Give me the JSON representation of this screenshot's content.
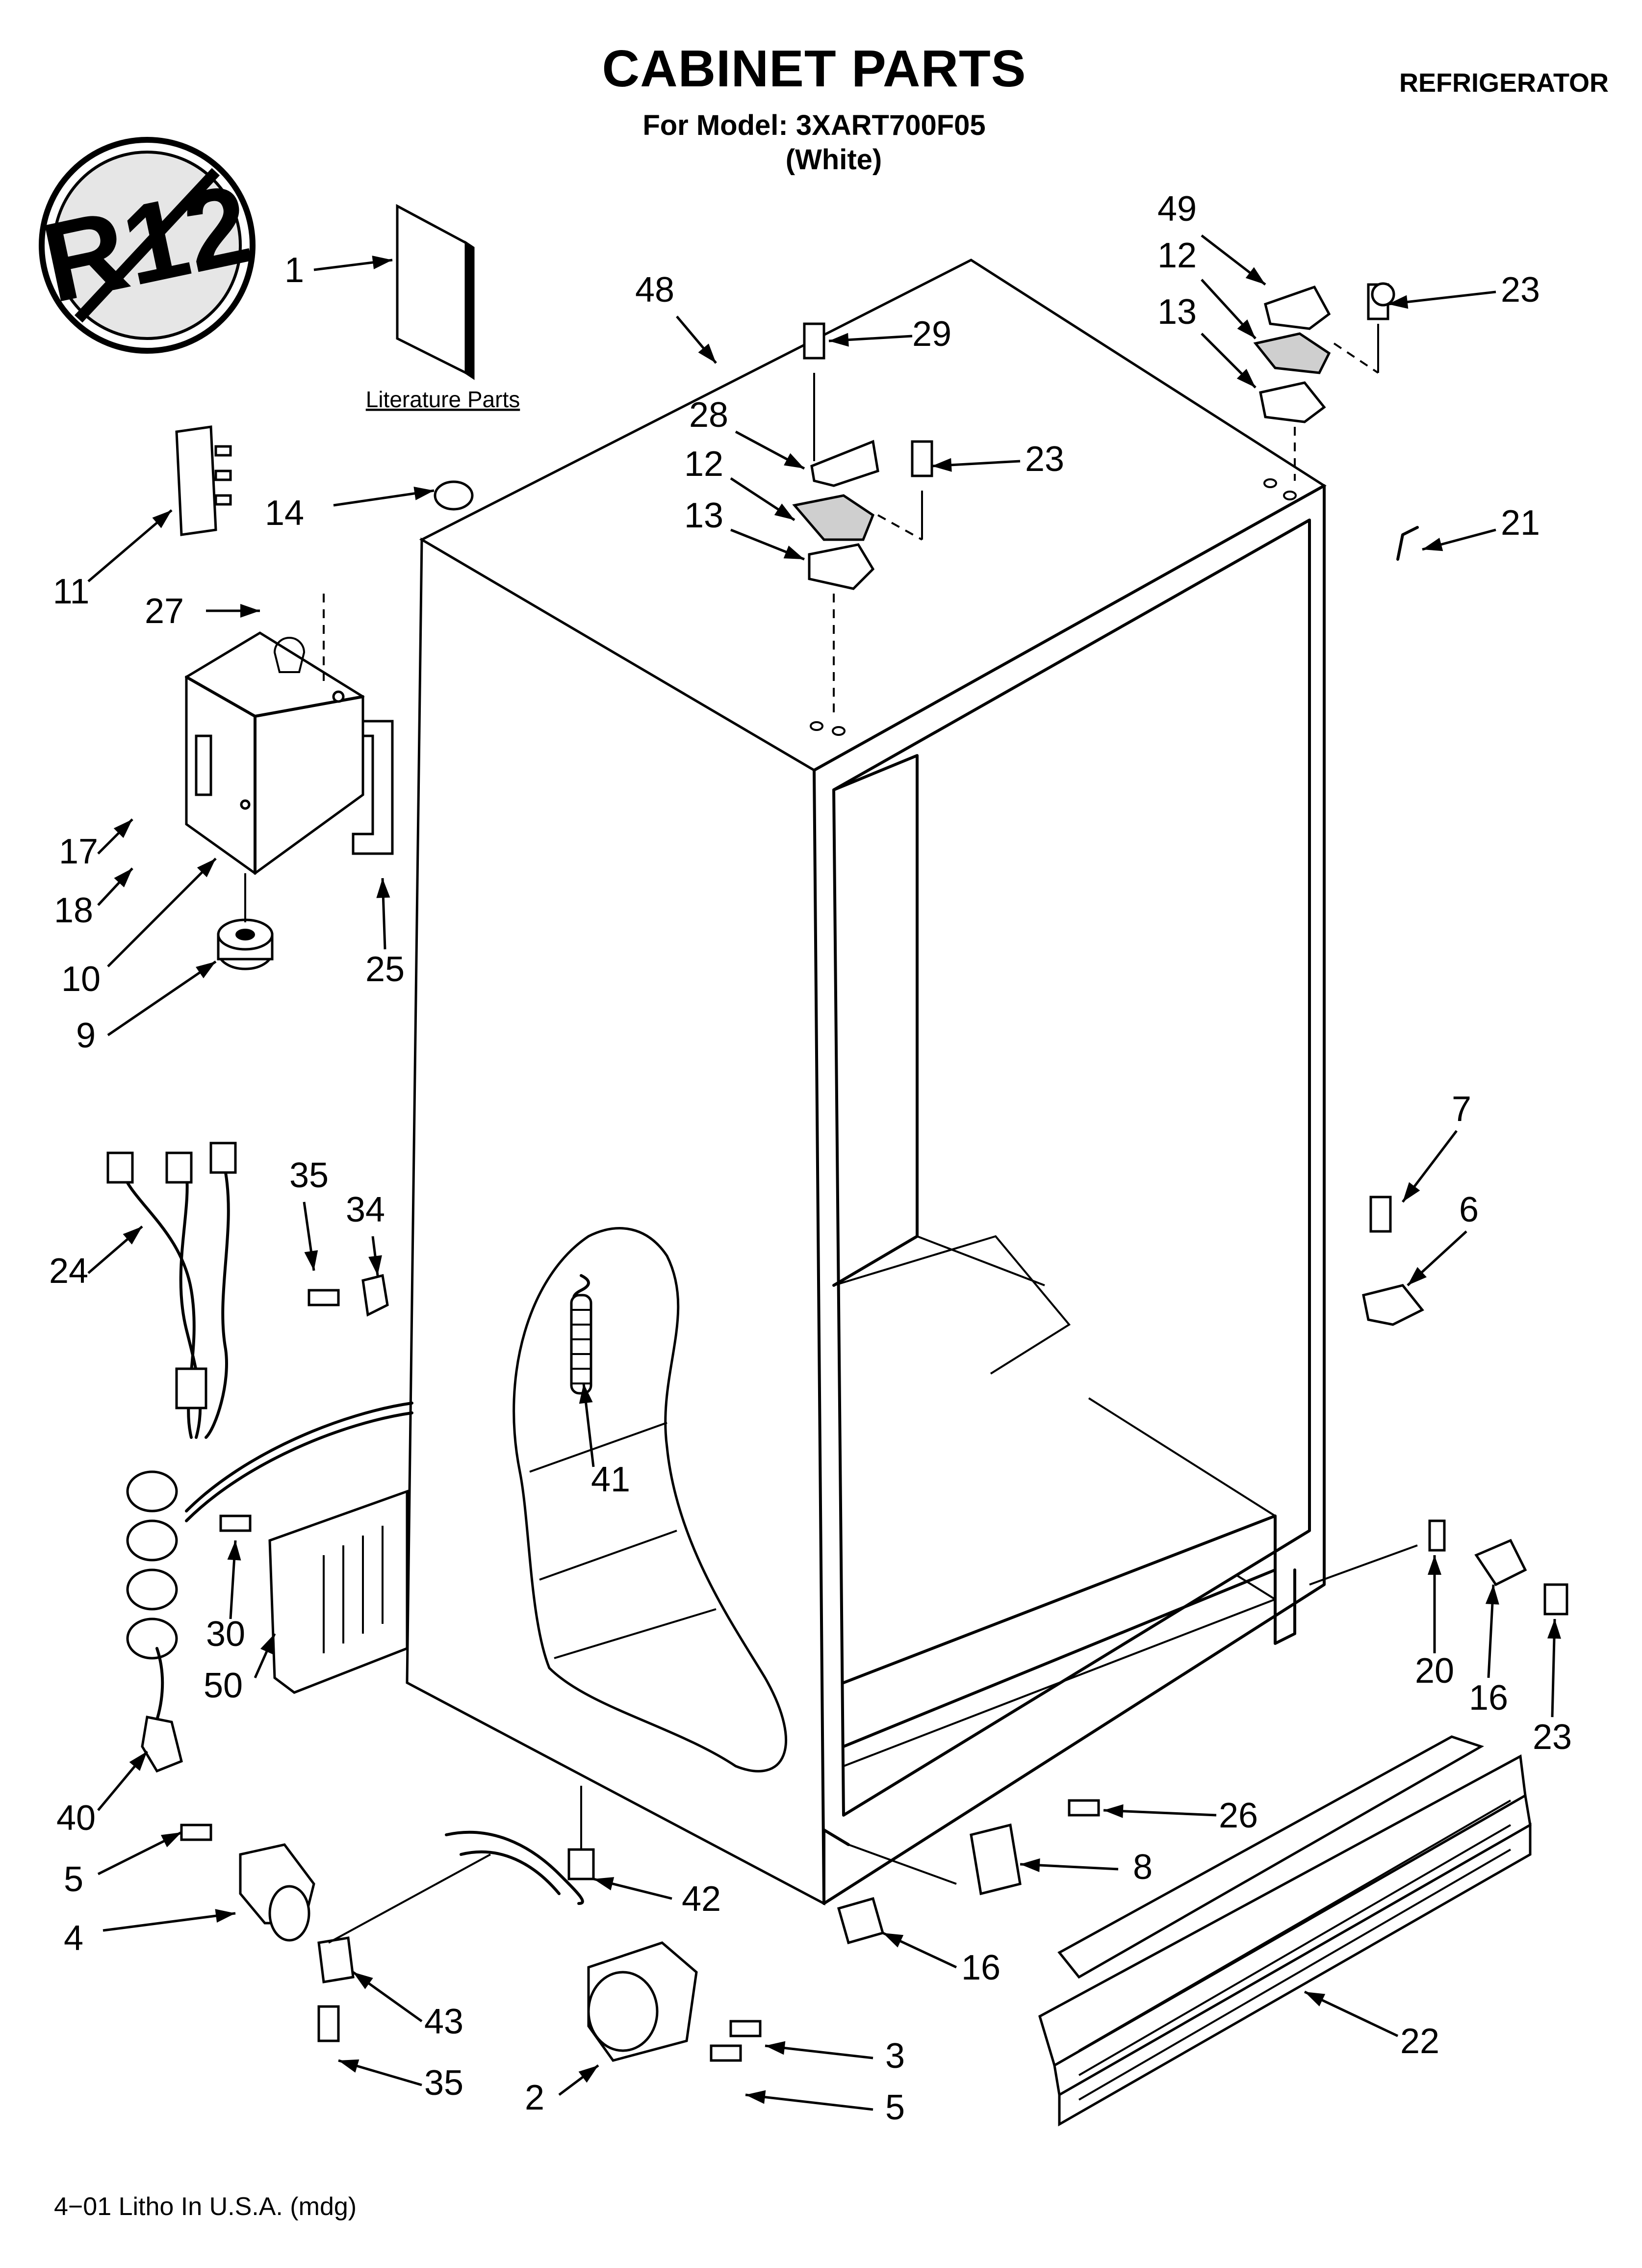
{
  "header": {
    "title": "CABINET PARTS",
    "model": "For Model: 3XART700F05",
    "color": "(White)",
    "category": "REFRIGERATOR"
  },
  "badge": {
    "text": "R12",
    "icon": "no-r12-badge"
  },
  "literature_label": "Literature Parts",
  "footer": "4−01 Litho In U.S.A. (mdg)",
  "callouts": [
    {
      "id": "c1",
      "label": "1"
    },
    {
      "id": "c48",
      "label": "48"
    },
    {
      "id": "c49",
      "label": "49"
    },
    {
      "id": "c12a",
      "label": "12"
    },
    {
      "id": "c13a",
      "label": "13"
    },
    {
      "id": "c23a",
      "label": "23"
    },
    {
      "id": "c29",
      "label": "29"
    },
    {
      "id": "c28",
      "label": "28"
    },
    {
      "id": "c23b",
      "label": "23"
    },
    {
      "id": "c12b",
      "label": "12"
    },
    {
      "id": "c13b",
      "label": "13"
    },
    {
      "id": "c14",
      "label": "14"
    },
    {
      "id": "c11",
      "label": "11"
    },
    {
      "id": "c21",
      "label": "21"
    },
    {
      "id": "c27",
      "label": "27"
    },
    {
      "id": "c17",
      "label": "17"
    },
    {
      "id": "c18",
      "label": "18"
    },
    {
      "id": "c10",
      "label": "10"
    },
    {
      "id": "c25",
      "label": "25"
    },
    {
      "id": "c9",
      "label": "9"
    },
    {
      "id": "c7",
      "label": "7"
    },
    {
      "id": "c6",
      "label": "6"
    },
    {
      "id": "c35a",
      "label": "35"
    },
    {
      "id": "c34",
      "label": "34"
    },
    {
      "id": "c24",
      "label": "24"
    },
    {
      "id": "c41",
      "label": "41"
    },
    {
      "id": "c30",
      "label": "30"
    },
    {
      "id": "c50",
      "label": "50"
    },
    {
      "id": "c20",
      "label": "20"
    },
    {
      "id": "c16a",
      "label": "16"
    },
    {
      "id": "c23c",
      "label": "23"
    },
    {
      "id": "c40",
      "label": "40"
    },
    {
      "id": "c26",
      "label": "26"
    },
    {
      "id": "c5a",
      "label": "5"
    },
    {
      "id": "c42",
      "label": "42"
    },
    {
      "id": "c8",
      "label": "8"
    },
    {
      "id": "c4",
      "label": "4"
    },
    {
      "id": "c16b",
      "label": "16"
    },
    {
      "id": "c43",
      "label": "43"
    },
    {
      "id": "c3",
      "label": "3"
    },
    {
      "id": "c22",
      "label": "22"
    },
    {
      "id": "c35b",
      "label": "35"
    },
    {
      "id": "c2",
      "label": "2"
    },
    {
      "id": "c5b",
      "label": "5"
    }
  ]
}
